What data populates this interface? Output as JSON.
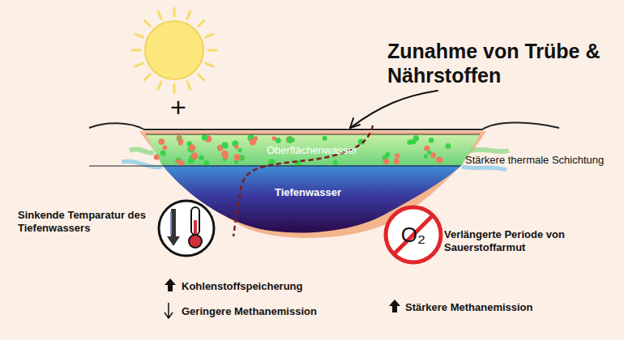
{
  "diagram": {
    "nodes": [
      {
        "text": [
          "O₂"
        ]
      }
    ],
    "labels": [
      "+",
      "Zunahme von Trübe & Nährstoffen",
      "Oberflächenwasser",
      "Stärkere thermale Schichtung",
      "Tiefenwasser",
      "Sinkende Temparatur des Tiefenwassers",
      "Verlängerte Periode von Sauerstoffarmut",
      "Kohlenstoffspeicherung",
      "Geringere Methanemission",
      "Stärkere Methanemission"
    ]
  }
}
